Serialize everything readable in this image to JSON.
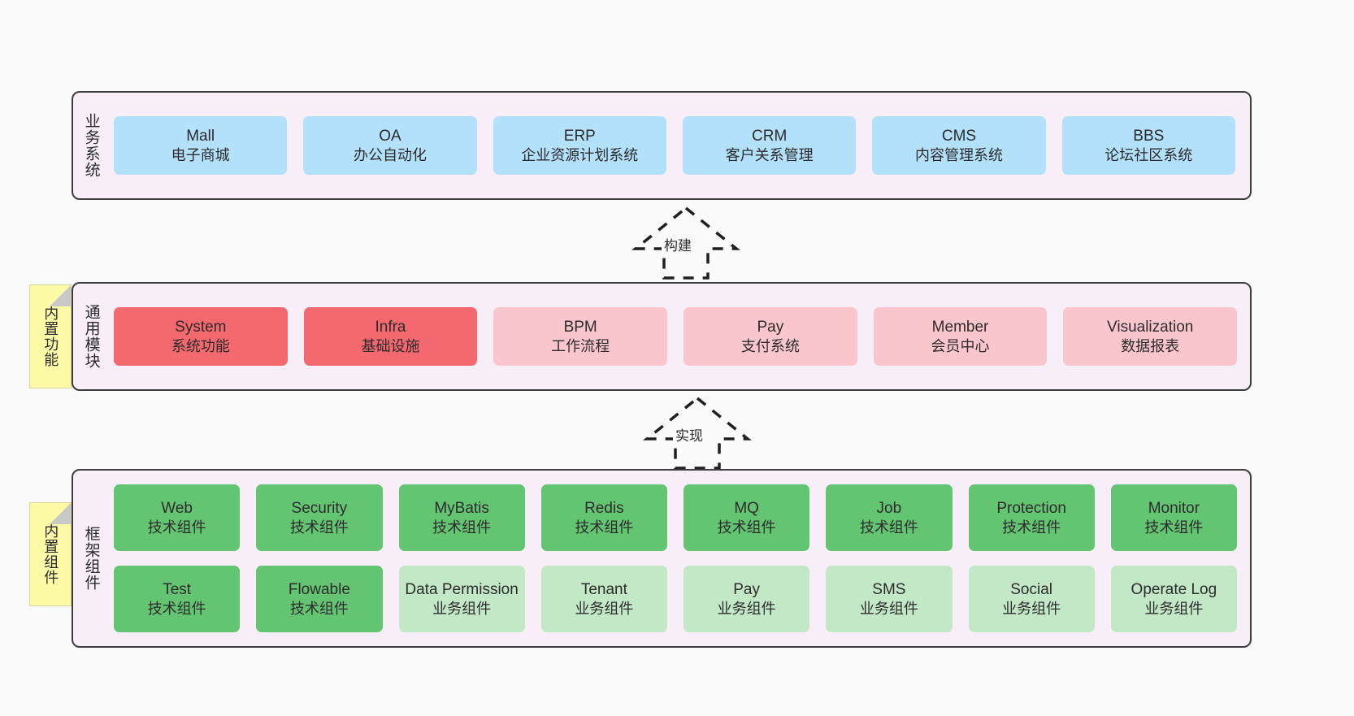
{
  "diagram": {
    "background": "#fafafa",
    "panel_bg": "#f7eef7",
    "panel_border": "#3d3d3d",
    "note_bg": "#fcfaa6"
  },
  "layers": [
    {
      "id": "business",
      "title": "业务系统",
      "card_color": "#b3e0fb",
      "rows": [
        [
          {
            "name": "Mall",
            "sub": "电子商城"
          },
          {
            "name": "OA",
            "sub": "办公自动化"
          },
          {
            "name": "ERP",
            "sub": "企业资源计划系统"
          },
          {
            "name": "CRM",
            "sub": "客户关系管理"
          },
          {
            "name": "CMS",
            "sub": "内容管理系统"
          },
          {
            "name": "BBS",
            "sub": "论坛社区系统"
          }
        ]
      ]
    },
    {
      "id": "modules",
      "title": "通用模块",
      "note": "内置功能",
      "rows": [
        [
          {
            "name": "System",
            "sub": "系统功能",
            "color": "#f4686f"
          },
          {
            "name": "Infra",
            "sub": "基础设施",
            "color": "#f4686f"
          },
          {
            "name": "BPM",
            "sub": "工作流程",
            "color": "#fac6cd"
          },
          {
            "name": "Pay",
            "sub": "支付系统",
            "color": "#fac6cd"
          },
          {
            "name": "Member",
            "sub": "会员中心",
            "color": "#fac6cd"
          },
          {
            "name": "Visualization",
            "sub": "数据报表",
            "color": "#fac6cd"
          }
        ]
      ]
    },
    {
      "id": "framework",
      "title": "框架组件",
      "note": "内置组件",
      "rows": [
        [
          {
            "name": "Web",
            "sub": "技术组件",
            "color": "#63c472"
          },
          {
            "name": "Security",
            "sub": "技术组件",
            "color": "#63c472"
          },
          {
            "name": "MyBatis",
            "sub": "技术组件",
            "color": "#63c472"
          },
          {
            "name": "Redis",
            "sub": "技术组件",
            "color": "#63c472"
          },
          {
            "name": "MQ",
            "sub": "技术组件",
            "color": "#63c472"
          },
          {
            "name": "Job",
            "sub": "技术组件",
            "color": "#63c472"
          },
          {
            "name": "Protection",
            "sub": "技术组件",
            "color": "#63c472"
          },
          {
            "name": "Monitor",
            "sub": "技术组件",
            "color": "#63c472"
          }
        ],
        [
          {
            "name": "Test",
            "sub": "技术组件",
            "color": "#63c472"
          },
          {
            "name": "Flowable",
            "sub": "技术组件",
            "color": "#63c472"
          },
          {
            "name": "Data Permission",
            "sub": "业务组件",
            "color": "#c3e8c6"
          },
          {
            "name": "Tenant",
            "sub": "业务组件",
            "color": "#c3e8c6"
          },
          {
            "name": "Pay",
            "sub": "业务组件",
            "color": "#c3e8c6"
          },
          {
            "name": "SMS",
            "sub": "业务组件",
            "color": "#c3e8c6"
          },
          {
            "name": "Social",
            "sub": "业务组件",
            "color": "#c3e8c6"
          },
          {
            "name": "Operate Log",
            "sub": "业务组件",
            "color": "#c3e8c6"
          }
        ]
      ]
    }
  ],
  "arrows": [
    {
      "id": "build",
      "label": "构建",
      "style": "dashed-generalization",
      "direction": "up"
    },
    {
      "id": "impl",
      "label": "实现",
      "style": "dashed-generalization",
      "direction": "up"
    }
  ]
}
